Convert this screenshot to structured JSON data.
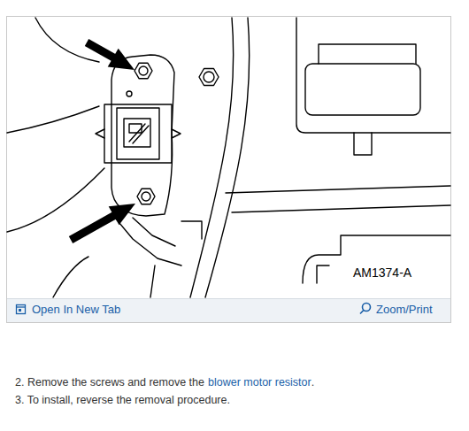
{
  "diagram": {
    "labels": [
      "AM1374-A",
      "Open In New Tab",
      "Zoom/Print",
      "2. Remove the screws and remove the",
      "blower motor resistor",
      ".",
      "3. To install, reverse the removal procedure."
    ]
  }
}
